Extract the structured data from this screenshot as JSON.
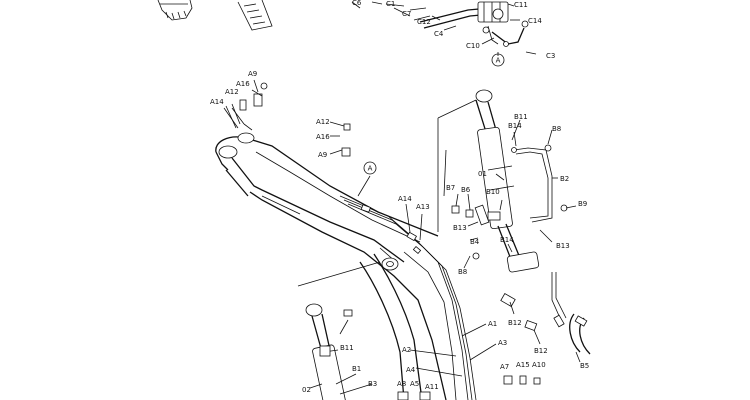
{
  "callouts": [
    {
      "id": "c6",
      "text": "C6"
    },
    {
      "id": "c1",
      "text": "C1"
    },
    {
      "id": "c7",
      "text": "C7"
    },
    {
      "id": "c12",
      "text": "C12"
    },
    {
      "id": "c4",
      "text": "C4"
    },
    {
      "id": "c11",
      "text": "C11"
    },
    {
      "id": "c14",
      "text": "C14"
    },
    {
      "id": "c10",
      "text": "C10"
    },
    {
      "id": "c3",
      "text": "C3"
    },
    {
      "id": "a9-top",
      "text": "A9"
    },
    {
      "id": "a16-top",
      "text": "A16"
    },
    {
      "id": "a12-top",
      "text": "A12"
    },
    {
      "id": "a14-top",
      "text": "A14"
    },
    {
      "id": "a12-mid",
      "text": "A12"
    },
    {
      "id": "a16-mid",
      "text": "A16"
    },
    {
      "id": "a9-mid",
      "text": "A9"
    },
    {
      "id": "b11-top",
      "text": "B11"
    },
    {
      "id": "b14-top",
      "text": "B14"
    },
    {
      "id": "b8-top",
      "text": "B8"
    },
    {
      "id": "label-01",
      "text": "01"
    },
    {
      "id": "b2",
      "text": "B2"
    },
    {
      "id": "b7",
      "text": "B7"
    },
    {
      "id": "b6",
      "text": "B6"
    },
    {
      "id": "b10",
      "text": "B10"
    },
    {
      "id": "b9",
      "text": "B9"
    },
    {
      "id": "a14-mid",
      "text": "A14"
    },
    {
      "id": "a13",
      "text": "A13"
    },
    {
      "id": "b13-left",
      "text": "B13"
    },
    {
      "id": "b4",
      "text": "B4"
    },
    {
      "id": "b14-mid",
      "text": "B14"
    },
    {
      "id": "b13-right",
      "text": "B13"
    },
    {
      "id": "b8-mid",
      "text": "B8"
    },
    {
      "id": "b12-left",
      "text": "B12"
    },
    {
      "id": "b12-right",
      "text": "B12"
    },
    {
      "id": "a1",
      "text": "A1"
    },
    {
      "id": "a2",
      "text": "A2"
    },
    {
      "id": "a3",
      "text": "A3"
    },
    {
      "id": "a4",
      "text": "A4"
    },
    {
      "id": "b11-low",
      "text": "B11"
    },
    {
      "id": "label-02",
      "text": "02"
    },
    {
      "id": "b1",
      "text": "B1"
    },
    {
      "id": "b3",
      "text": "B3"
    },
    {
      "id": "a8",
      "text": "A8"
    },
    {
      "id": "a5",
      "text": "A5"
    },
    {
      "id": "a11",
      "text": "A11"
    },
    {
      "id": "a7",
      "text": "A7"
    },
    {
      "id": "a15",
      "text": "A15"
    },
    {
      "id": "a10",
      "text": "A10"
    },
    {
      "id": "b5",
      "text": "B5"
    }
  ],
  "markers": [
    {
      "id": "circle-a-top",
      "text": "A"
    },
    {
      "id": "circle-a-mid",
      "text": "A"
    }
  ]
}
